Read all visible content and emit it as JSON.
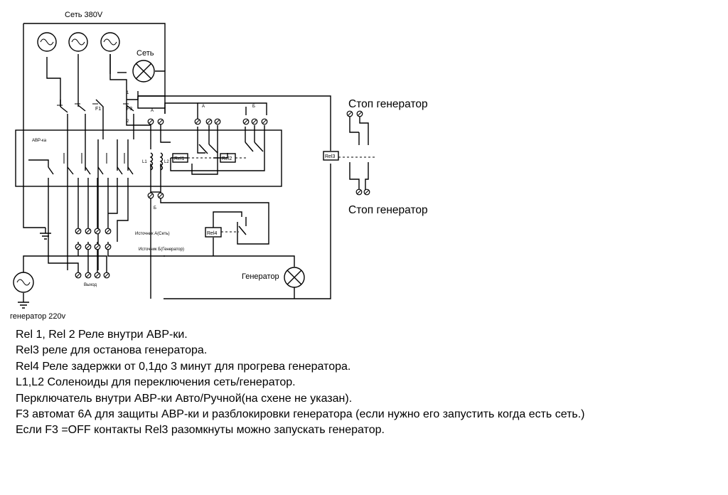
{
  "labels": {
    "mains_380": "Сеть 380V",
    "mains_lamp": "Сеть",
    "f1": "F1",
    "f3": "F3",
    "avr": "АВР-ка",
    "term_a1": "А",
    "term_a2": "А",
    "term_b1": "Б",
    "term_b2": "Б",
    "rel1": "Rel1",
    "rel2": "Rel2",
    "rel3": "Rel3",
    "rel4": "Rel4",
    "sol_l1": "L1",
    "sol_l2": "L2",
    "pin1": "1",
    "pin2": "2",
    "source_a": "Источник А(Сеть)",
    "source_b": "Источник Б(Генератор)",
    "output": "Выход",
    "generator_lamp": "Генератор",
    "generator_220": "генератор 220v",
    "stop_top": "Стоп генератор",
    "stop_bottom": "Стоп генератор"
  },
  "notes": [
    "Rel 1, Rel 2 Реле внутри АВР-ки.",
    "Rel3 реле для останова генератора.",
    "Rel4 Реле задержки от 0,1до 3 минут для прогрева генератора.",
    "L1,L2 Соленоиды для переключения сеть/генератор.",
    "Перключатель внутри АВР-ки Авто/Ручной(на схене не указан).",
    "F3 автомат 6А для защиты АВР-ки и разблокировки генератора (если нужно его запустить когда есть сеть.)",
    "Если F3 =OFF контакты Rel3 разомкнуты можно запускать генератор."
  ]
}
